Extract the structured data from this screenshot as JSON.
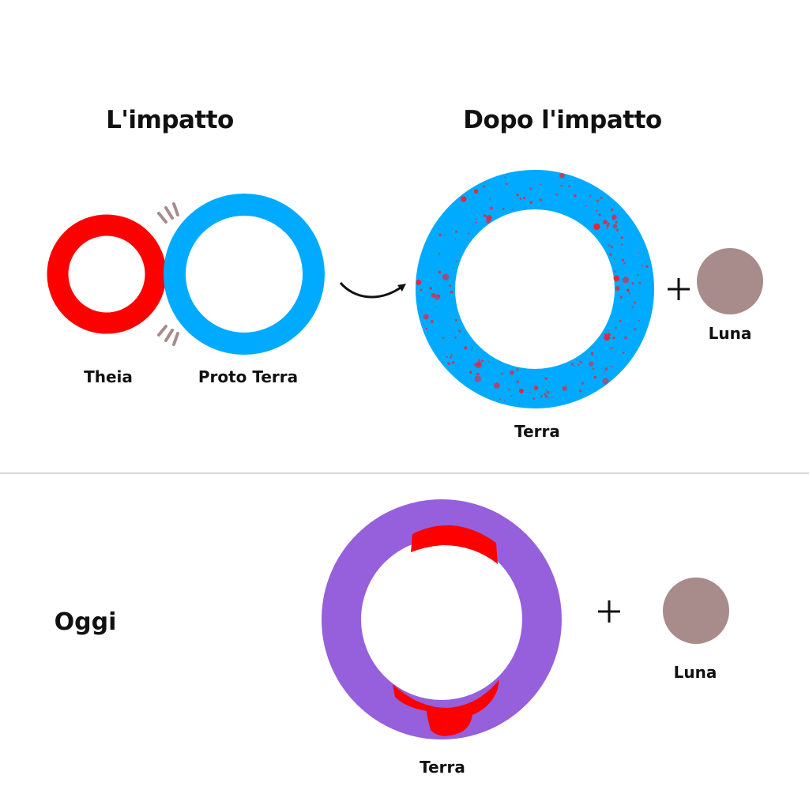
{
  "top_section": {
    "impact_title": "L'impatto",
    "after_title": "Dopo l'impatto",
    "theia_label": "Theia",
    "proto_earth_label": "Proto Terra",
    "earth_label": "Terra",
    "moon_label": "Luna",
    "plus_sign": "+"
  },
  "bottom_section": {
    "today_label": "Oggi",
    "earth_label": "Terra",
    "moon_label": "Luna",
    "plus_sign": "+"
  },
  "colors": {
    "theia": "#ff0000",
    "proto_earth": "#00aaff",
    "earth_after_impact": "#00aaff",
    "debris": "#e8243c",
    "earth_today": "#9660dc",
    "red_patches": "#ff0000",
    "moon": "#a88b8b",
    "impact_marks": "#a88b8b",
    "divider": "#cccccc",
    "text": "#111111"
  },
  "icons": [
    "curved-arrow-icon",
    "plus-icon",
    "impact-marks-icon"
  ]
}
